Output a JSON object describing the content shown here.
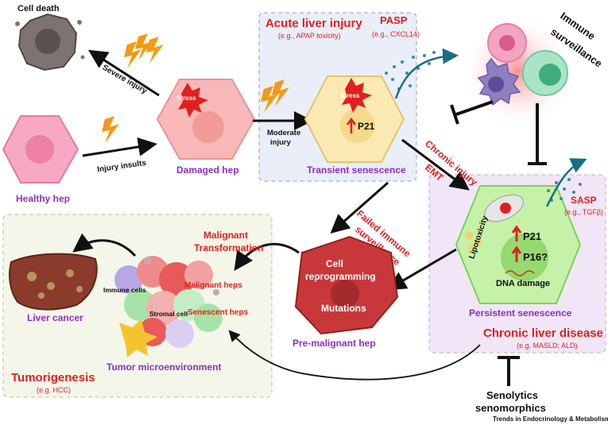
{
  "labels": {
    "cell_death": "Cell death",
    "severe_injury": "Severe injury",
    "injury_insults": "Injury insults",
    "healthy_hep": "Healthy hep",
    "damaged_hep": "Damaged hep",
    "stress": "Stress",
    "moderate_injury_1": "Moderate",
    "moderate_injury_2": "injury",
    "acute_title": "Acute liver injury",
    "acute_sub": "(e.g., APAP toxicity)",
    "pasp": "PASP",
    "pasp_sub": "(e.g., CXCL14)",
    "p21": "P21",
    "transient": "Transient senescence",
    "immune_1": "Immune",
    "immune_2": "surveillance",
    "chronic_injury": "Chronic injury",
    "emt": "EMT",
    "failed_immune_1": "Failed immune",
    "failed_immune_2": "surveillance",
    "sasp": "SASP",
    "sasp_sub": "(e.g., TGFβ)",
    "lipotoxicity": "Lipotoxicity",
    "p16": "P16?",
    "dna_damage": "DNA damage",
    "persistent": "Persistent senescence",
    "chronic_disease": "Chronic liver disease",
    "chronic_disease_sub": "(e.g. MASLD; ALD)",
    "cell_reprog_1": "Cell",
    "cell_reprog_2": "reprogramming",
    "mutations": "Mutations",
    "pre_malignant": "Pre-malignant hep",
    "malignant_1": "Malignant",
    "malignant_2": "Transformation",
    "immune_cells": "Immune cells",
    "malignant_heps": "Malignant heps",
    "stromal_cell": "Stromal cell",
    "senescent_heps": "Senescent heps",
    "liver_cancer": "Liver cancer",
    "tumor_micro": "Tumor microenvironment",
    "tumorigenesis": "Tumorigenesis",
    "tumorigenesis_sub": "(e.g. HCC)",
    "senolytics_1": "Senolytics",
    "senolytics_2": "senomorphics",
    "footer": "Trends in Endocrinology & Metabolism"
  },
  "colors": {
    "purple": "#8b2fc9",
    "red": "#e02020",
    "black": "#111111",
    "teal": "#1a6e86",
    "lightning": "#f29a16"
  }
}
